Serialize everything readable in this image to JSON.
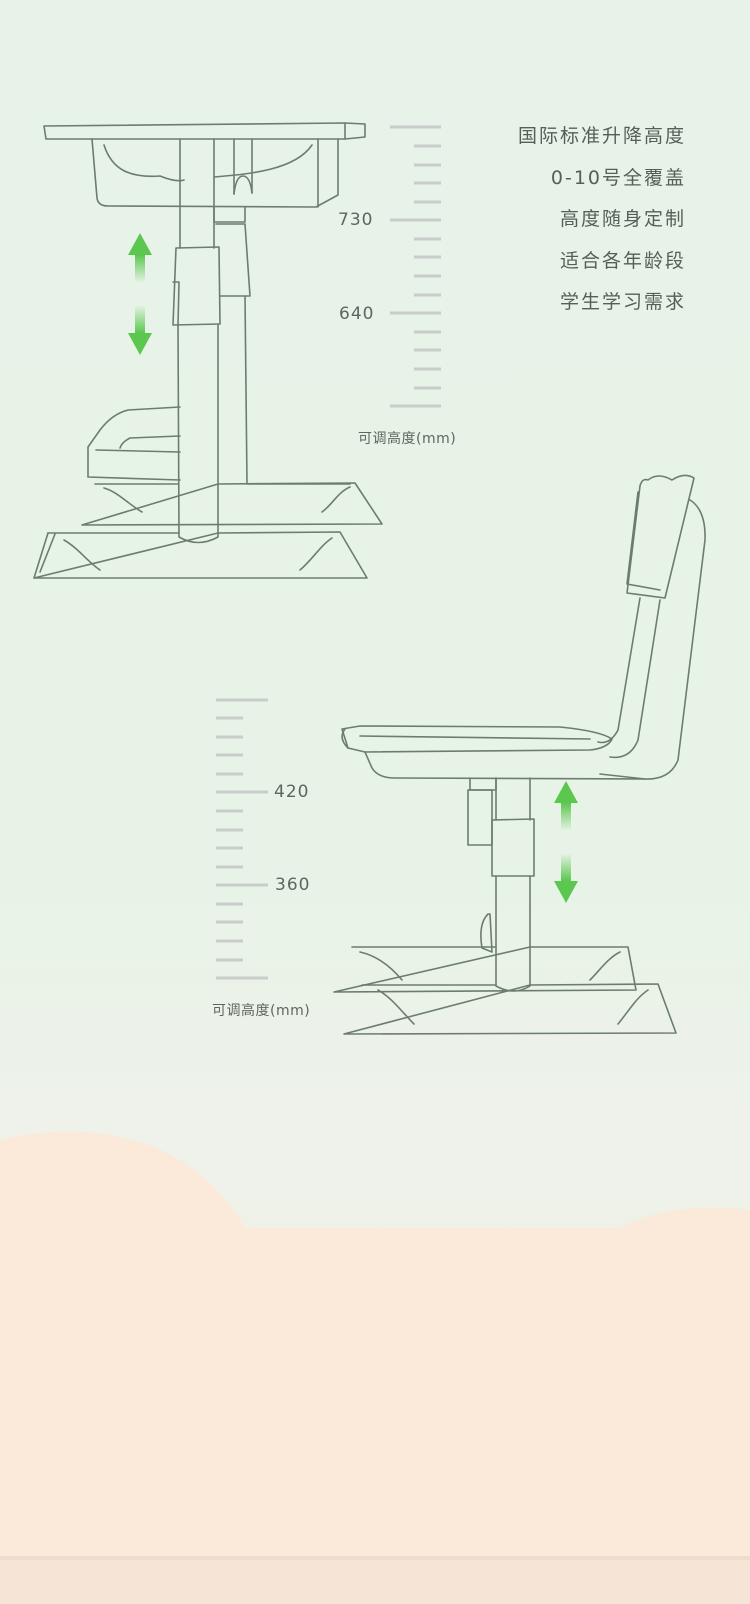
{
  "features": [
    "国际标准升降高度",
    "0-10号全覆盖",
    "高度随身定制",
    "适合各年龄段",
    "学生学习需求"
  ],
  "desk": {
    "ruler_labels": [
      "730",
      "640"
    ],
    "caption": "可调高度(mm)"
  },
  "chair": {
    "ruler_labels": [
      "420",
      "360"
    ],
    "caption": "可调高度(mm)"
  },
  "colors": {
    "line": "#6b7d6f",
    "ruler": "#c9cccb",
    "arrow": "#5cc74f",
    "bg_top": "#e7f2e7",
    "bg_bottom": "#fbe9da"
  }
}
